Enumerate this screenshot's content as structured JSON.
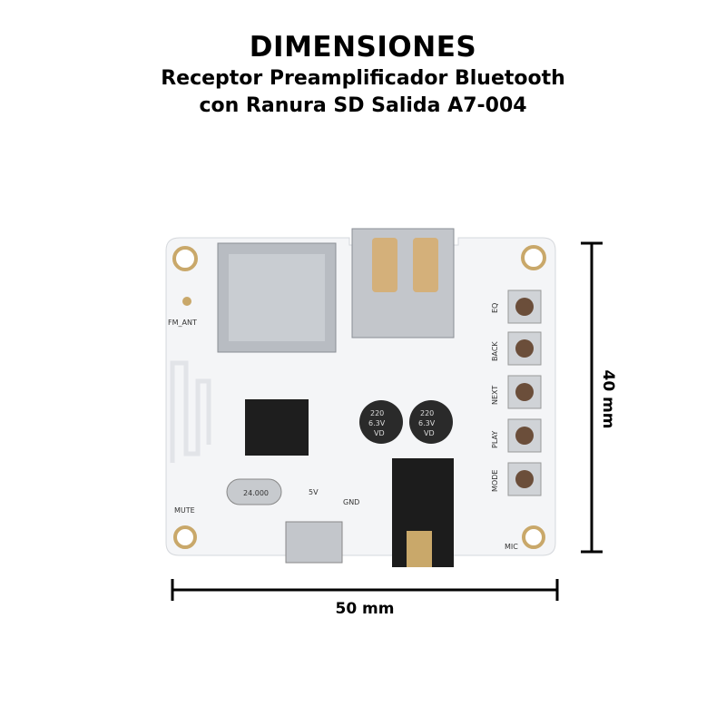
{
  "header": {
    "title": "DIMENSIONES",
    "subtitle_line1": "Receptor Preamplificador Bluetooth",
    "subtitle_line2": "con Ranura SD Salida A7-004"
  },
  "dimensions": {
    "width_label": "50 mm",
    "height_label": "40 mm"
  },
  "board": {
    "silkscreen": {
      "fm_ant": "FM_ANT",
      "mute": "MUTE",
      "v5": "5V",
      "gnd": "GND",
      "mic": "MIC",
      "buttons": [
        "EQ",
        "BACK",
        "NEXT",
        "PLAY",
        "MODE"
      ]
    },
    "capacitor_text": [
      "220",
      "6.3V",
      "VD"
    ],
    "crystal_text": "24.000",
    "colors": {
      "pcb": "#f4f5f7",
      "metal": "#b8bcc2",
      "gold": "#c9a86a",
      "dark": "#222222"
    }
  }
}
